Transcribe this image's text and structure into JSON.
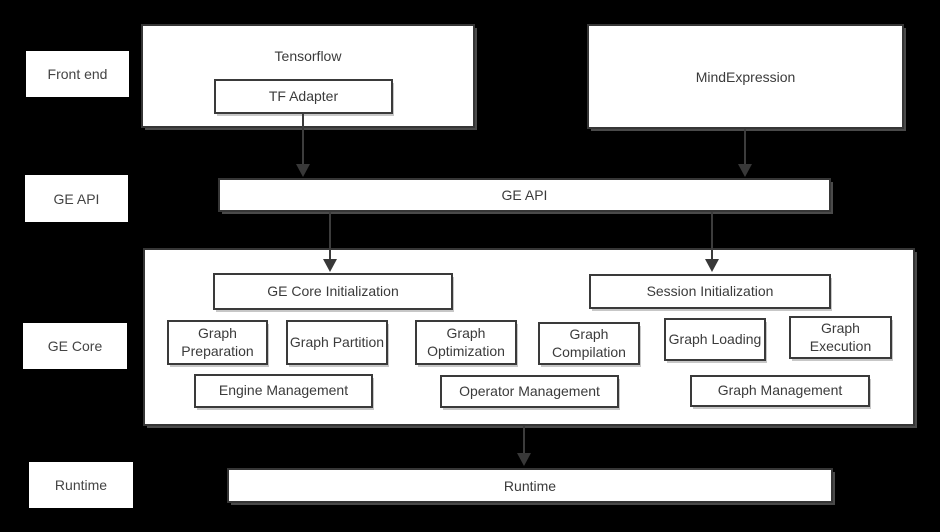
{
  "colors": {
    "background": "#000000",
    "box_fill": "#ffffff",
    "border": "#3a3a3a",
    "text": "#3b3b3b",
    "arrow": "#3c3c3c"
  },
  "row_labels": [
    {
      "label": "Front end"
    },
    {
      "label": "GE API"
    },
    {
      "label": "GE Core"
    },
    {
      "label": "Runtime"
    }
  ],
  "front_end": {
    "tensorflow": {
      "label": "Tensorflow",
      "adapter": "TF Adapter"
    },
    "mind_expression": {
      "label": "MindExpression"
    }
  },
  "ge_api_bar": {
    "label": "GE API"
  },
  "ge_core": {
    "init_boxes": [
      {
        "label": "GE Core Initialization"
      },
      {
        "label": "Session Initialization"
      }
    ],
    "stages": [
      "Graph Preparation",
      "Graph Partition",
      "Graph Optimization",
      "Graph Compilation",
      "Graph Loading",
      "Graph Execution"
    ],
    "management": [
      "Engine Management",
      "Operator Management",
      "Graph Management"
    ]
  },
  "runtime_bar": {
    "label": "Runtime"
  }
}
